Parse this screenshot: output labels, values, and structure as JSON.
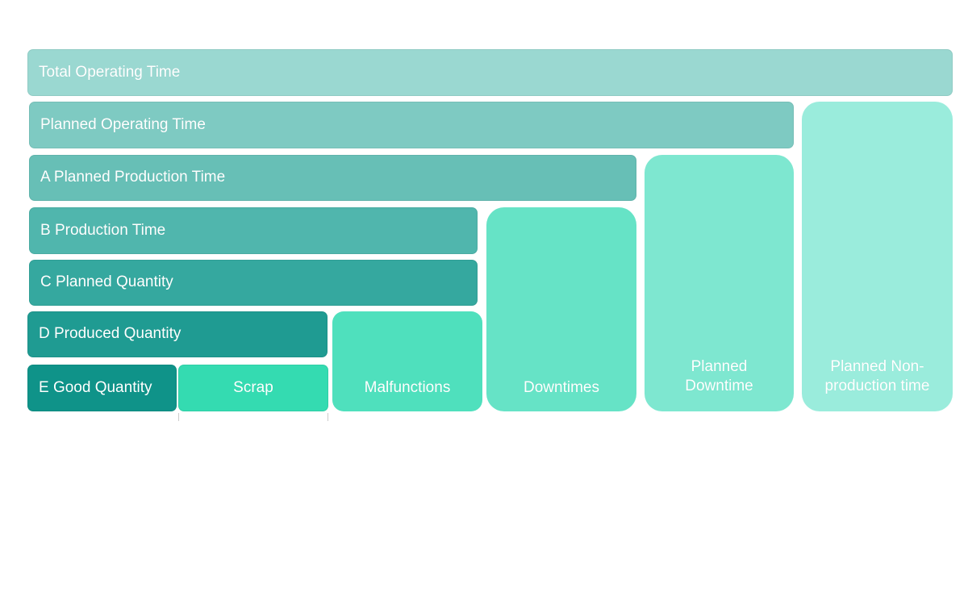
{
  "blocks": {
    "total_operating_time": "Total Operating Time",
    "planned_operating_time": "Planned Operating Time",
    "a_planned_production_time": "A Planned Production Time",
    "b_production_time": "B Production Time",
    "c_planned_quantity": "C Planned Quantity",
    "d_produced_quantity": "D Produced Quantity",
    "e_good_quantity": "E Good Quantity",
    "scrap": "Scrap",
    "malfunctions": "Malfunctions",
    "downtimes": "Downtimes",
    "planned_downtime": "Planned Downtime",
    "planned_non_production_time": "Planned Non-production time"
  },
  "colors": {
    "total": "#9ad8d1",
    "planned_operating": "#7ecac2",
    "a": "#67bfb6",
    "b": "#50b6ad",
    "c": "#35a89f",
    "d": "#1f9b92",
    "e": "#0f9389",
    "scrap": "#34dbb1",
    "malfunctions": "#4fe0bd",
    "downtimes": "#66e3c6",
    "planned_downtime": "#7ee7d0",
    "planned_non_production": "#9aecdc"
  }
}
